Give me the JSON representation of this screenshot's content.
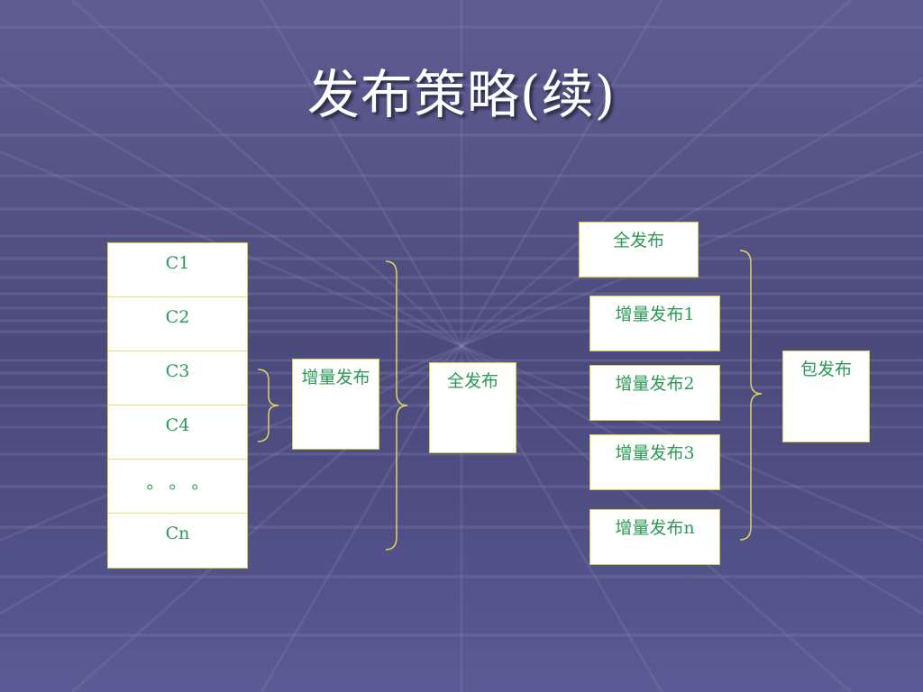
{
  "title": "发布策略(续)",
  "components": [
    "C1",
    "C2",
    "C3",
    "C4",
    "。 。 。",
    "Cn"
  ],
  "left": {
    "incremental": "增量发布",
    "full": "全发布"
  },
  "right": {
    "full": "全发布",
    "increments": [
      "增量发布1",
      "增量发布2",
      "增量发布3",
      "增量发布n"
    ],
    "package": "包发布"
  },
  "colors": {
    "text": "#2a9a55",
    "border": "#d8d04a",
    "brace": "#e0d65a",
    "title": "#ffffff"
  }
}
